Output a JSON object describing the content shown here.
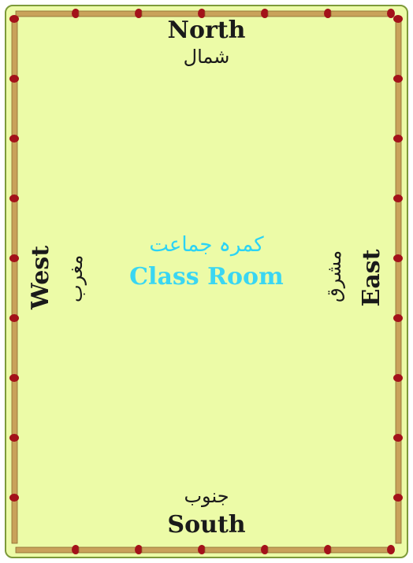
{
  "room": {
    "north": {
      "english": "North",
      "urdu": "شمال"
    },
    "south": {
      "english": "South",
      "urdu": "جنوب"
    },
    "east": {
      "english": "East",
      "urdu": "مشرق"
    },
    "west": {
      "english": "West",
      "urdu": "مغرب"
    },
    "center": {
      "english": "Class Room",
      "urdu": "کمرہ جماعت"
    }
  },
  "colors": {
    "floor": "#ecfba7",
    "matchstick": "#c9a25a",
    "matchhead": "#a3121a",
    "center_text": "#2bd3f5"
  },
  "icons": [
    "matchstick-icon"
  ]
}
